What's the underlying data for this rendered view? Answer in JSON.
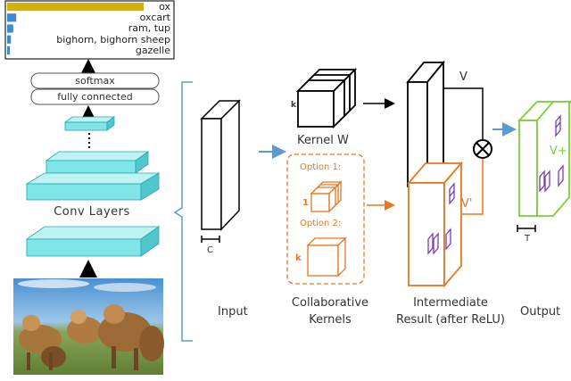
{
  "predictions": {
    "labels": [
      "ox",
      "oxcart",
      "ram, tup",
      "bighorn, bighorn sheep",
      "gazelle"
    ],
    "scores": [
      0.9,
      0.06,
      0.04,
      0.025,
      0.015
    ],
    "bar_color": "#d4b106",
    "small_bar_color": "#3a8ad6"
  },
  "network": {
    "softmax_label": "softmax",
    "fc_label": "fully connected",
    "conv_label": "Conv Layers",
    "layer_color": "#7fe5e8",
    "input_image": "photo of cows in a field"
  },
  "pipeline": {
    "input_label": "Input",
    "input_dim": "C",
    "kernel_label": "Kernel W",
    "kernel_dim": "k",
    "collab_label_1": "Collaborative",
    "collab_label_2": "Kernels",
    "option1_label": "Option 1:",
    "option1_dim": "1",
    "option2_label": "Option 2:",
    "option2_dim": "k",
    "intermediate_label_1": "Intermediate",
    "intermediate_label_2": "Result (after ReLU)",
    "output_label": "Output",
    "output_dim": "T",
    "v_label": "V",
    "vprime_label": "V'",
    "vplus_label": "V+",
    "colors": {
      "orange": "#e8771f",
      "green": "#7ccf3c",
      "purple": "#7a3ab8",
      "blue": "#5b9bd5"
    }
  }
}
